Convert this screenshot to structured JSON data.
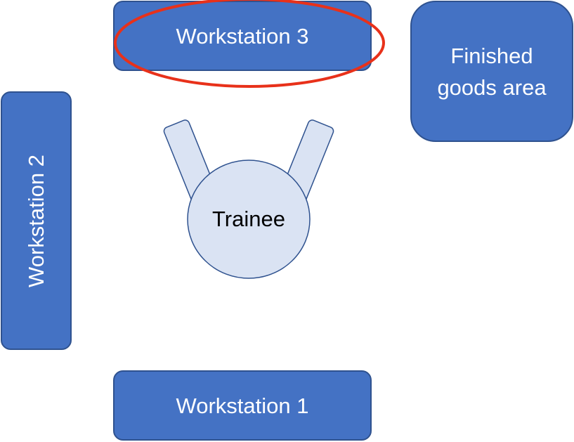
{
  "workstations": {
    "ws1": "Workstation 1",
    "ws2": "Workstation 2",
    "ws3": "Workstation 3"
  },
  "finished_goods": "Finished goods area",
  "trainee": "Trainee",
  "highlighted": "ws3",
  "colors": {
    "station_fill": "#4472c4",
    "station_border": "#2f528f",
    "trainee_fill": "#dae3f3",
    "trainee_border": "#2f528f",
    "highlight": "#e8311a"
  }
}
